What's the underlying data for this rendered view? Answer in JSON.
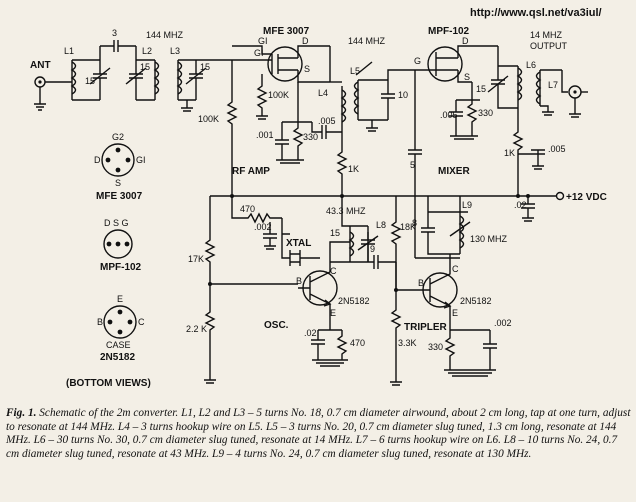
{
  "url": "http://www.qsl.net/va3iul/",
  "labels": {
    "ant": "ANT",
    "l1": "L1",
    "l2": "L2",
    "l3": "L3",
    "l4": "L4",
    "l5": "L5",
    "l6": "L6",
    "l7": "L7",
    "l8": "L8",
    "l9": "L9",
    "c3": "3",
    "c15a": "15",
    "c15b": "15",
    "c15c": "15",
    "c15d": "15",
    "c15e": "15",
    "mhz144a": "144 MHZ",
    "mhz144b": "144 MHZ",
    "mhz14": "14 MHZ",
    "output": "OUTPUT",
    "mfe_top": "MFE 3007",
    "mpf_top": "MPF-102",
    "r100k_a": "100K",
    "r100k_b": "100K",
    "c001": ".001",
    "r330a": "330",
    "c005a": ".005",
    "r1k_a": "1K",
    "rf_amp": "RF AMP",
    "c10": "10",
    "c005b": ".005",
    "r330b": "330",
    "c5": "5",
    "mixer": "MIXER",
    "r1k_b": "1K",
    "c005c": ".005",
    "c02a": ".02",
    "vdc": "+12 VDC",
    "r470a": "470",
    "c002a": ".002",
    "mhz43": "43.3 MHZ",
    "c15f": "15",
    "xtal": "XTAL",
    "c9": "9",
    "r17k": "17K",
    "r18k": "18K",
    "c8": "8",
    "mhz130": "130 MHZ",
    "tr1": "2N5182",
    "tr2": "2N5182",
    "r22k": "2.2 K",
    "osc": "OSC.",
    "c02b": ".02",
    "r470b": "470",
    "tripler": "TRIPLER",
    "r33k": "3.3K",
    "r330c": "330",
    "c002b": ".002",
    "pin_g_a": "G",
    "pin_g_b": "G",
    "pin_d_a": "D",
    "pin_s_a": "S",
    "pin_d_b": "D",
    "pin_s_b": "S",
    "pin_g1": "GI",
    "pin_g1b": "GI",
    "pin_g2": "G2",
    "pin_d_top": "D",
    "pin_b1": "B",
    "pin_c1": "C",
    "pin_e1": "E",
    "pin_b2": "B",
    "pin_c2": "C",
    "pin_e2": "E"
  },
  "legend": {
    "mfe_pins": {
      "g2": "G2",
      "d": "D",
      "g1": "GI",
      "s": "S"
    },
    "mfe_name": "MFE 3007",
    "mpf_pins": "D S G",
    "mpf_name": "MPF-102",
    "tr_pins": {
      "e": "E",
      "b": "B",
      "c": "C"
    },
    "tr_case": "CASE",
    "tr_name": "2N5182",
    "bottom": "(BOTTOM   VIEWS)"
  },
  "caption": {
    "lead": "Fig. 1.",
    "text": " Schematic of the 2m converter. L1, L2 and L3 – 5 turns No. 18, 0.7 cm diameter airwound, about 2 cm long, tap at one turn, adjust to resonate at 144 MHz. L4 – 3 turns hookup wire on L5. L5 – 3 turns No. 20, 0.7 cm diameter slug tuned, 1.3 cm long, resonate at 144 MHz. L6 – 30 turns No. 30, 0.7 cm diameter slug tuned, resonate at 14 MHz. L7 – 6 turns hookup wire on L6. L8 – 10 turns No. 24, 0.7 cm diameter slug tuned, resonate at 43 MHz. L9 – 4 turns No. 24, 0.7 cm diameter slug tuned, resonate at 130 MHz."
  }
}
